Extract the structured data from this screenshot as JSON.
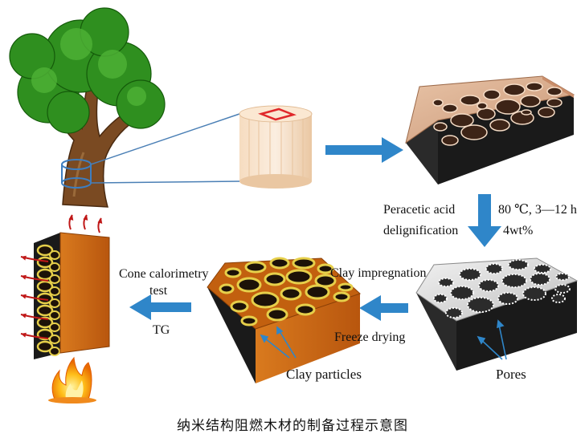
{
  "labels": {
    "peracetic_acid": "Peracetic acid",
    "delignification": "delignification",
    "conditions_temp": "80 ℃, 3—12 h",
    "conditions_conc": "4wt%",
    "clay_impregnation": "Clay impregnation",
    "freeze_drying": "Freeze drying",
    "cone_calorimetry_line1": "Cone calorimetry",
    "cone_calorimetry_line2": "test",
    "tg": "TG",
    "clay_particles": "Clay particles",
    "pores": "Pores"
  },
  "caption": "纳米结构阻燃木材的制备过程示意图",
  "colors": {
    "process_arrow": "#2f86c9",
    "tree_canopy": "#2f8f1f",
    "tree_trunk": "#7a4a22",
    "natural_wood_block": "#d7a98b",
    "delignified_block": "#d9d9d9",
    "clay_block_side": "#c2600f",
    "clay_pore_rim": "#e6cf4a",
    "flame": "#f5a400",
    "heat_arrow": "#c01818"
  },
  "icons": [
    "tree-icon",
    "wood-log-icon",
    "flame-icon",
    "heat-arrow-icon"
  ]
}
